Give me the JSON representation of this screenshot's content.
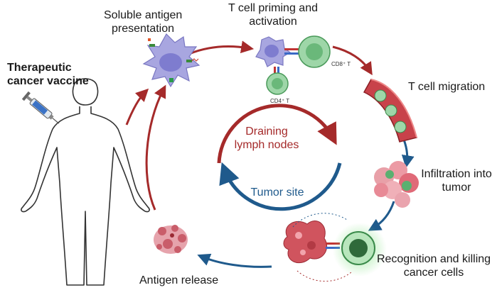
{
  "title": {
    "line1": "Therapeutic",
    "line2": "cancer vaccine"
  },
  "steps": {
    "antigen_presentation": {
      "line1": "Soluble antigen",
      "line2": "presentation"
    },
    "t_cell_priming": {
      "line1": "T cell priming and",
      "line2": "activation"
    },
    "t_cell_migration": {
      "line1": "T cell migration"
    },
    "infiltration": {
      "line1": "Infiltration into",
      "line2": "tumor"
    },
    "recognition": {
      "line1": "Recognition and killing",
      "line2": "cancer cells"
    },
    "antigen_release": {
      "line1": "Antigen release"
    }
  },
  "cell_labels": {
    "cd8": "CD8⁺ T",
    "cd4": "CD4⁺ T"
  },
  "center": {
    "lymph": {
      "line1": "Draining",
      "line2": "lymph nodes"
    },
    "tumor": "Tumor site"
  },
  "colors": {
    "red_arrow": "#a52a2a",
    "blue_arrow": "#1f5a8c",
    "lymph_text": "#a52a2a",
    "tumor_text": "#1f5a8c",
    "dendritic_cell": "#a8a6e0",
    "t_cell": "#9ed6a8",
    "tumor_cell": "#e8a0a8"
  }
}
